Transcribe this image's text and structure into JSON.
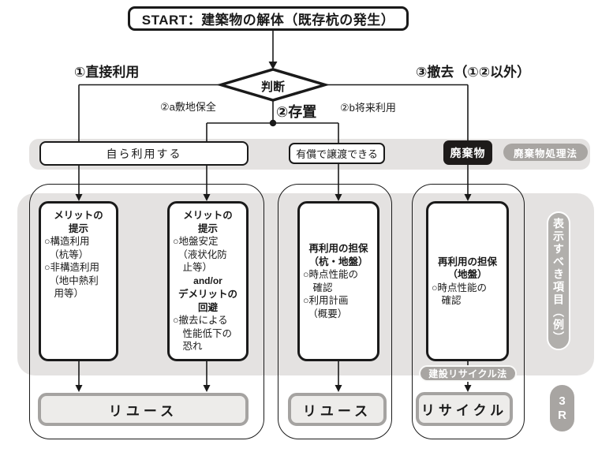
{
  "colors": {
    "line": "#1a1a1a",
    "band_gray": "#e4e2e1",
    "pill_gray": "#a8a5a2",
    "waste_black": "#1e1b1a",
    "result_fill": "#edecea",
    "result_border": "#a5a3a1"
  },
  "start_label": "START：建築物の解体（既存杭の発生）",
  "decision_label": "判断",
  "branches": {
    "direct_use": "①直接利用",
    "leave_in_place": "②存置",
    "site_preservation": "②a敷地保全",
    "future_use": "②b将来利用",
    "removal": "③撤去（①②以外）"
  },
  "row": {
    "own_use": "自ら利用する",
    "paid_transfer": "有償で譲渡できる",
    "waste": "廃棄物",
    "waste_law": "廃棄物処理法"
  },
  "boxes": {
    "box1": {
      "header": "メリットの\n提示",
      "body": "○構造利用\n　（杭等）\n○非構造利用\n　（地中熱利\n　用等）"
    },
    "box2": {
      "header": "メリットの\n提示",
      "body1": "○地盤安定\n　（液状化防\n　止等）",
      "connector": "and/or",
      "header2": "デメリットの\n回避",
      "body2": "○撤去による\n　性能低下の\n　恐れ"
    },
    "box3": {
      "header": "再利用の担保\n（杭・地盤）",
      "body": "○時点性能の\n　確認\n○利用計画\n　（概要）"
    },
    "box4": {
      "header": "再利用の担保\n（地盤）",
      "body": "○時点性能の\n　確認"
    }
  },
  "side_label": "表示すべき項目（例）",
  "bottom": {
    "reuse_left": "リユース",
    "reuse_center": "リユース",
    "recycle": "リサイクル",
    "recycle_law": "建設リサイクル法",
    "three_r_top": "3",
    "three_r_bottom": "R"
  }
}
